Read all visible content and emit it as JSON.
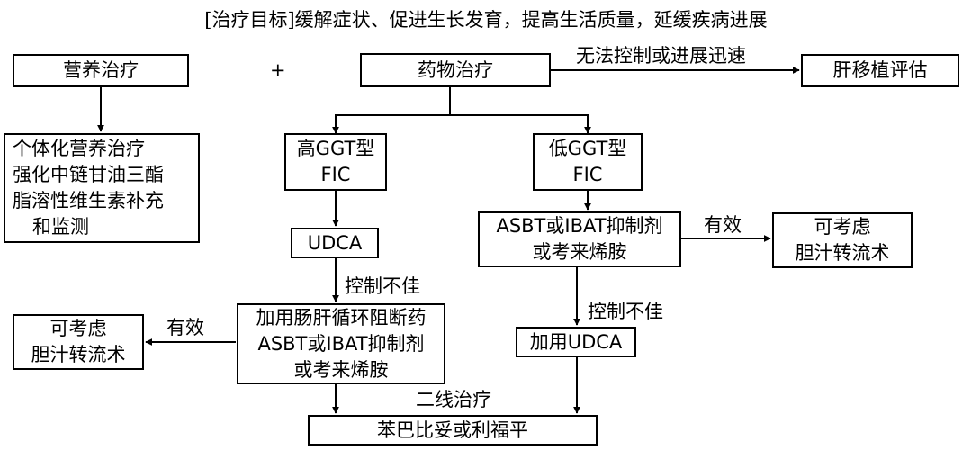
{
  "title": "[治疗目标]缓解症状、促进生长发育，提高生活质量，延缓疾病进展",
  "plus": "+",
  "nodes": {
    "nutrition_therapy": "营养治疗",
    "drug_therapy": "药物治疗",
    "liver_transplant": "肝移植评估",
    "nutrition_detail": [
      "个体化营养治疗",
      "强化中链甘油三酯",
      "脂溶性维生素补充",
      "和监测"
    ],
    "high_ggt": [
      "高GGT型",
      "FIC"
    ],
    "low_ggt": [
      "低GGT型",
      "FIC"
    ],
    "udca": "UDCA",
    "asbt_low": [
      "ASBT或IBAT抑制剂",
      "或考来烯胺"
    ],
    "biliary_right": [
      "可考虑",
      "胆汁转流术"
    ],
    "add_enterohepatic": [
      "加用肠肝循环阻断药",
      "ASBT或IBAT抑制剂",
      "或考来烯胺"
    ],
    "biliary_left": [
      "可考虑",
      "胆汁转流术"
    ],
    "add_udca": "加用UDCA",
    "second_line": "苯巴比妥或利福平"
  },
  "edge_labels": {
    "uncontrolled": "无法控制或进展迅速",
    "poor_control_1": "控制不佳",
    "poor_control_2": "控制不佳",
    "effective_right": "有效",
    "effective_left": "有效",
    "second_line_label": "二线治疗"
  }
}
